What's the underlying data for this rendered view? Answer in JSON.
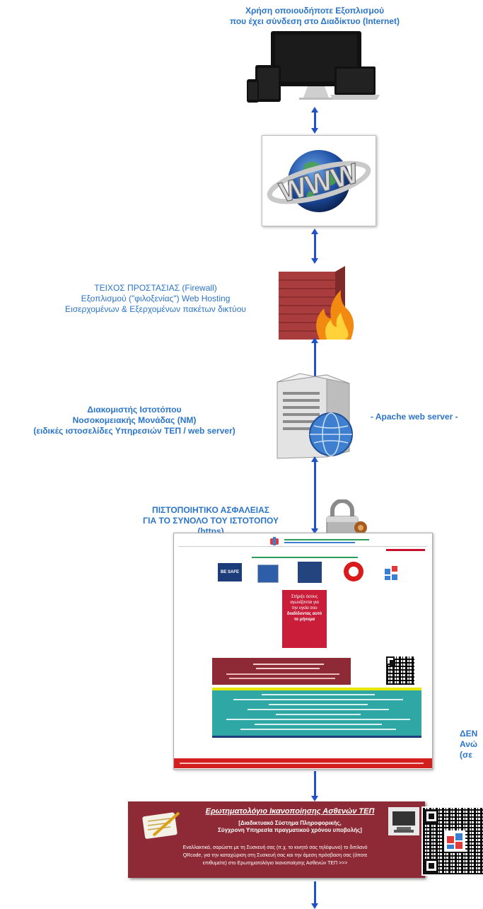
{
  "devices": {
    "caption_line1": "Χρήση οποιουδήποτε Εξοπλισμού",
    "caption_line2": "που έχει σύνδεση στο Διαδίκτυο (Internet)"
  },
  "www": {
    "text": "WWW"
  },
  "firewall": {
    "line1": "ΤΕΙΧΟΣ ΠΡΟΣΤΑΣΙΑΣ (Firewall)",
    "line2": "Εξοπλισμού (\"φιλοξενίας\") Web Hosting",
    "line3": "Εισερχομένων & Εξερχομένων πακέτων δικτύου"
  },
  "server": {
    "line1": "Διακομιστής Ιστοτόπου",
    "line2": "Νοσοκομειακής Μονάδας (ΝΜ)",
    "line3": "(ειδικές ιστοσελίδες Υπηρεσιών ΤΕΠ / web server)",
    "side_label": "- Apache web server -"
  },
  "certificate": {
    "line1": "ΠΙΣΤΟΠΟΙΗΤΙΚΟ ΑΣΦΑΛΕΙΑΣ",
    "line2": "ΓΙΑ ΤΟ ΣΥΝΟΛΟ ΤΟΥ ΙΣΤΟΤΟΠΟΥ",
    "line3": "(https)"
  },
  "website": {
    "banner_badge": "BE SAFE",
    "red_box_line1": "Στήριξε όσους",
    "red_box_line2": "αγωνίζονται για",
    "red_box_line3": "την υγεία σου",
    "red_box_line4": "διαδίδοντας αυτό",
    "red_box_line5": "το μήνυμα"
  },
  "side_note": {
    "line1": "ΔΕΝ",
    "line2": "Ανώ",
    "line3": "(σε"
  },
  "questionnaire": {
    "title": "Ερωτηματολόγιο Ικανοποίησης Ασθενών ΤΕΠ",
    "subtitle_line1": "[Διαδικτυακό Σύστημα Πληροφορικής,",
    "subtitle_line2": "Σύγχρονη Υπηρεσία πραγματικού χρόνου υποβολής]",
    "body_line1": "Εναλλακτικά, σαρώστε με τη Συσκευή σας (π.χ. το κινητό σας τηλέφωνο) το διπλανό",
    "body_line2": "QRcode, για την καταχώριση στη Συσκευή σας και την άμεση πρόσβαση σας (όποτε",
    "body_line3": "επιθυμείτε) στο Ερωτηματολόγιο Ικανοποίησης Ασθενών ΤΕΠ >>>"
  },
  "colors": {
    "accent_blue": "#2a74c9",
    "arrow_blue": "#1f52c7",
    "maroon": "#8e2a35",
    "teal": "#2fa7a4",
    "crimson": "#c8102e"
  }
}
